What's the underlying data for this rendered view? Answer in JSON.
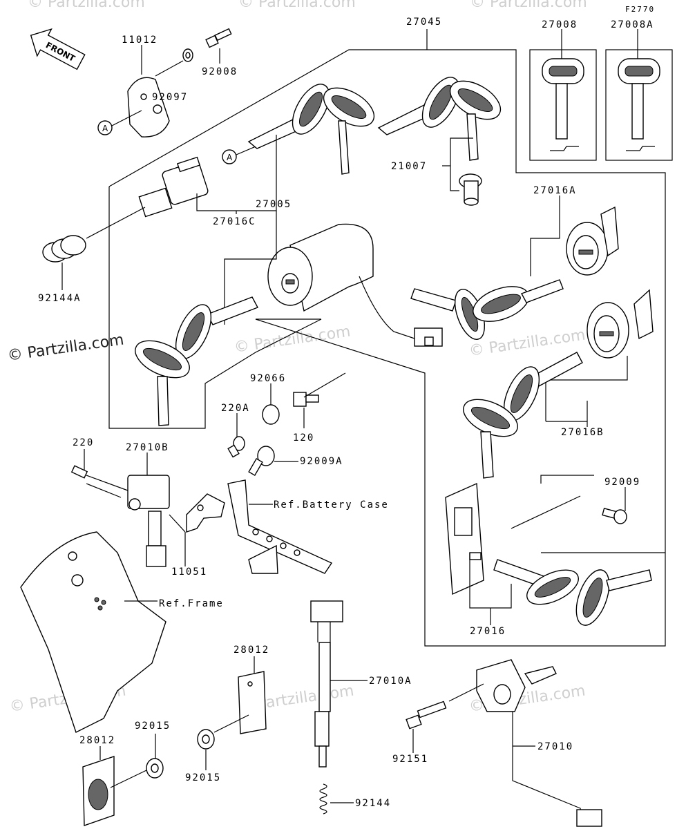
{
  "figure_code": "F2770",
  "front_arrow": "FRONT",
  "watermark_main": "© Partzilla.com",
  "watermark_faint": "© Partzilla.com",
  "callout_letter": "A",
  "labels": {
    "p11012": "11012",
    "p92008": "92008",
    "p92097": "92097",
    "p27045": "27045",
    "p27008": "27008",
    "p27008A": "27008A",
    "p21007": "21007",
    "p27016C": "27016C",
    "p27005": "27005",
    "p92144A": "92144A",
    "p27016A": "27016A",
    "p92066": "92066",
    "p220A": "220A",
    "p120": "120",
    "p220": "220",
    "p27010B": "27010B",
    "p92009A": "92009A",
    "p27016B": "27016B",
    "p92009": "92009",
    "p11051": "11051",
    "p27016": "27016",
    "p28012a": "28012",
    "p27010A": "27010A",
    "p92015a": "92015",
    "p28012b": "28012",
    "p92015b": "92015",
    "p92151": "92151",
    "p27010": "27010",
    "p92144": "92144"
  },
  "refs": {
    "battery_case": "Ref.Battery Case",
    "frame": "Ref.Frame"
  }
}
